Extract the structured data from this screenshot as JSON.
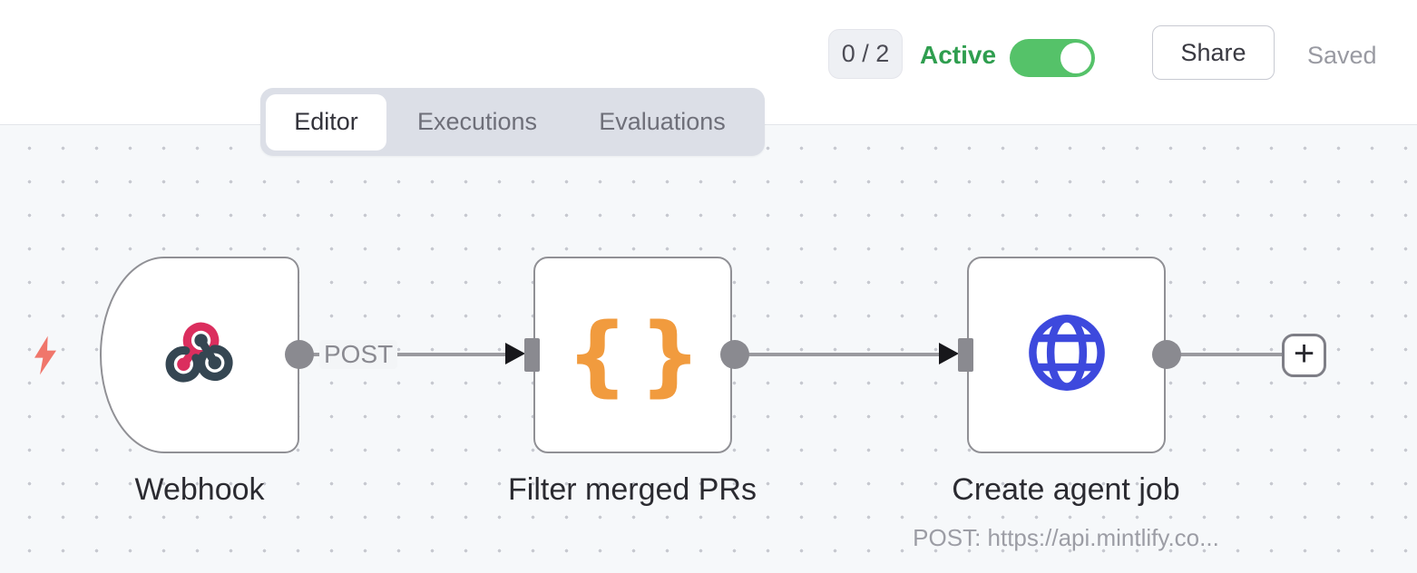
{
  "header": {
    "issues_badge": "0 / 2",
    "active_label": "Active",
    "toggle_state": "on",
    "share_button": "Share",
    "saved_status": "Saved"
  },
  "tabs": {
    "editor": "Editor",
    "executions": "Executions",
    "evaluations": "Evaluations"
  },
  "workflow": {
    "nodes": [
      {
        "title": "Webhook",
        "type": "webhook-trigger",
        "icon": "webhook-icon"
      },
      {
        "title": "Filter merged PRs",
        "type": "code",
        "icon": "code-braces-icon",
        "icon_glyph": "{}"
      },
      {
        "title": "Create agent job",
        "type": "http-request",
        "icon": "globe-icon",
        "subtitle": "POST: https://api.mintlify.co..."
      }
    ],
    "connections": [
      {
        "from": "Webhook",
        "to": "Filter merged PRs",
        "label": "POST"
      },
      {
        "from": "Filter merged PRs",
        "to": "Create agent job",
        "label": ""
      }
    ],
    "add_button": "+"
  },
  "colors": {
    "toggle_green": "#55C269",
    "active_text_green": "#2F9E4F",
    "webhook_pink": "#DB2E5E",
    "webhook_slate": "#354652",
    "code_orange": "#F19B3E",
    "http_blue": "#3D49DD",
    "trigger_bolt_coral": "#F0766B",
    "canvas_bg": "#F6F8FA",
    "connector_gray": "#8A8A90"
  }
}
